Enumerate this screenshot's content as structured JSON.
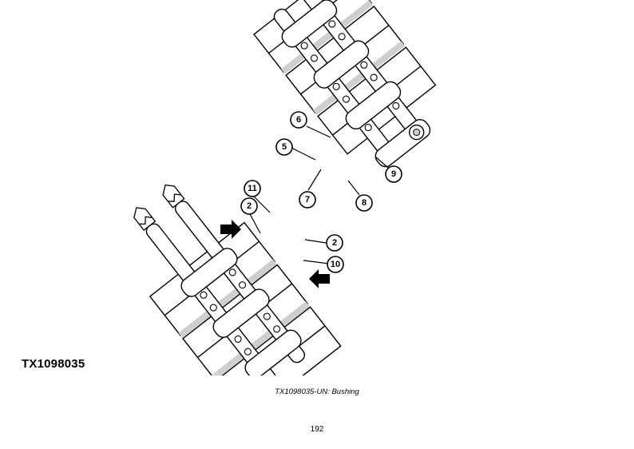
{
  "figure": {
    "id_label": "TX1098035",
    "caption": "TX1098035-UN: Bushing",
    "callouts": [
      "2",
      "2",
      "5",
      "6",
      "7",
      "8",
      "9",
      "10",
      "11"
    ]
  },
  "page": {
    "number": "192"
  },
  "colors": {
    "ink": "#000000",
    "shade": "#cfcfcf",
    "paper": "#ffffff"
  }
}
